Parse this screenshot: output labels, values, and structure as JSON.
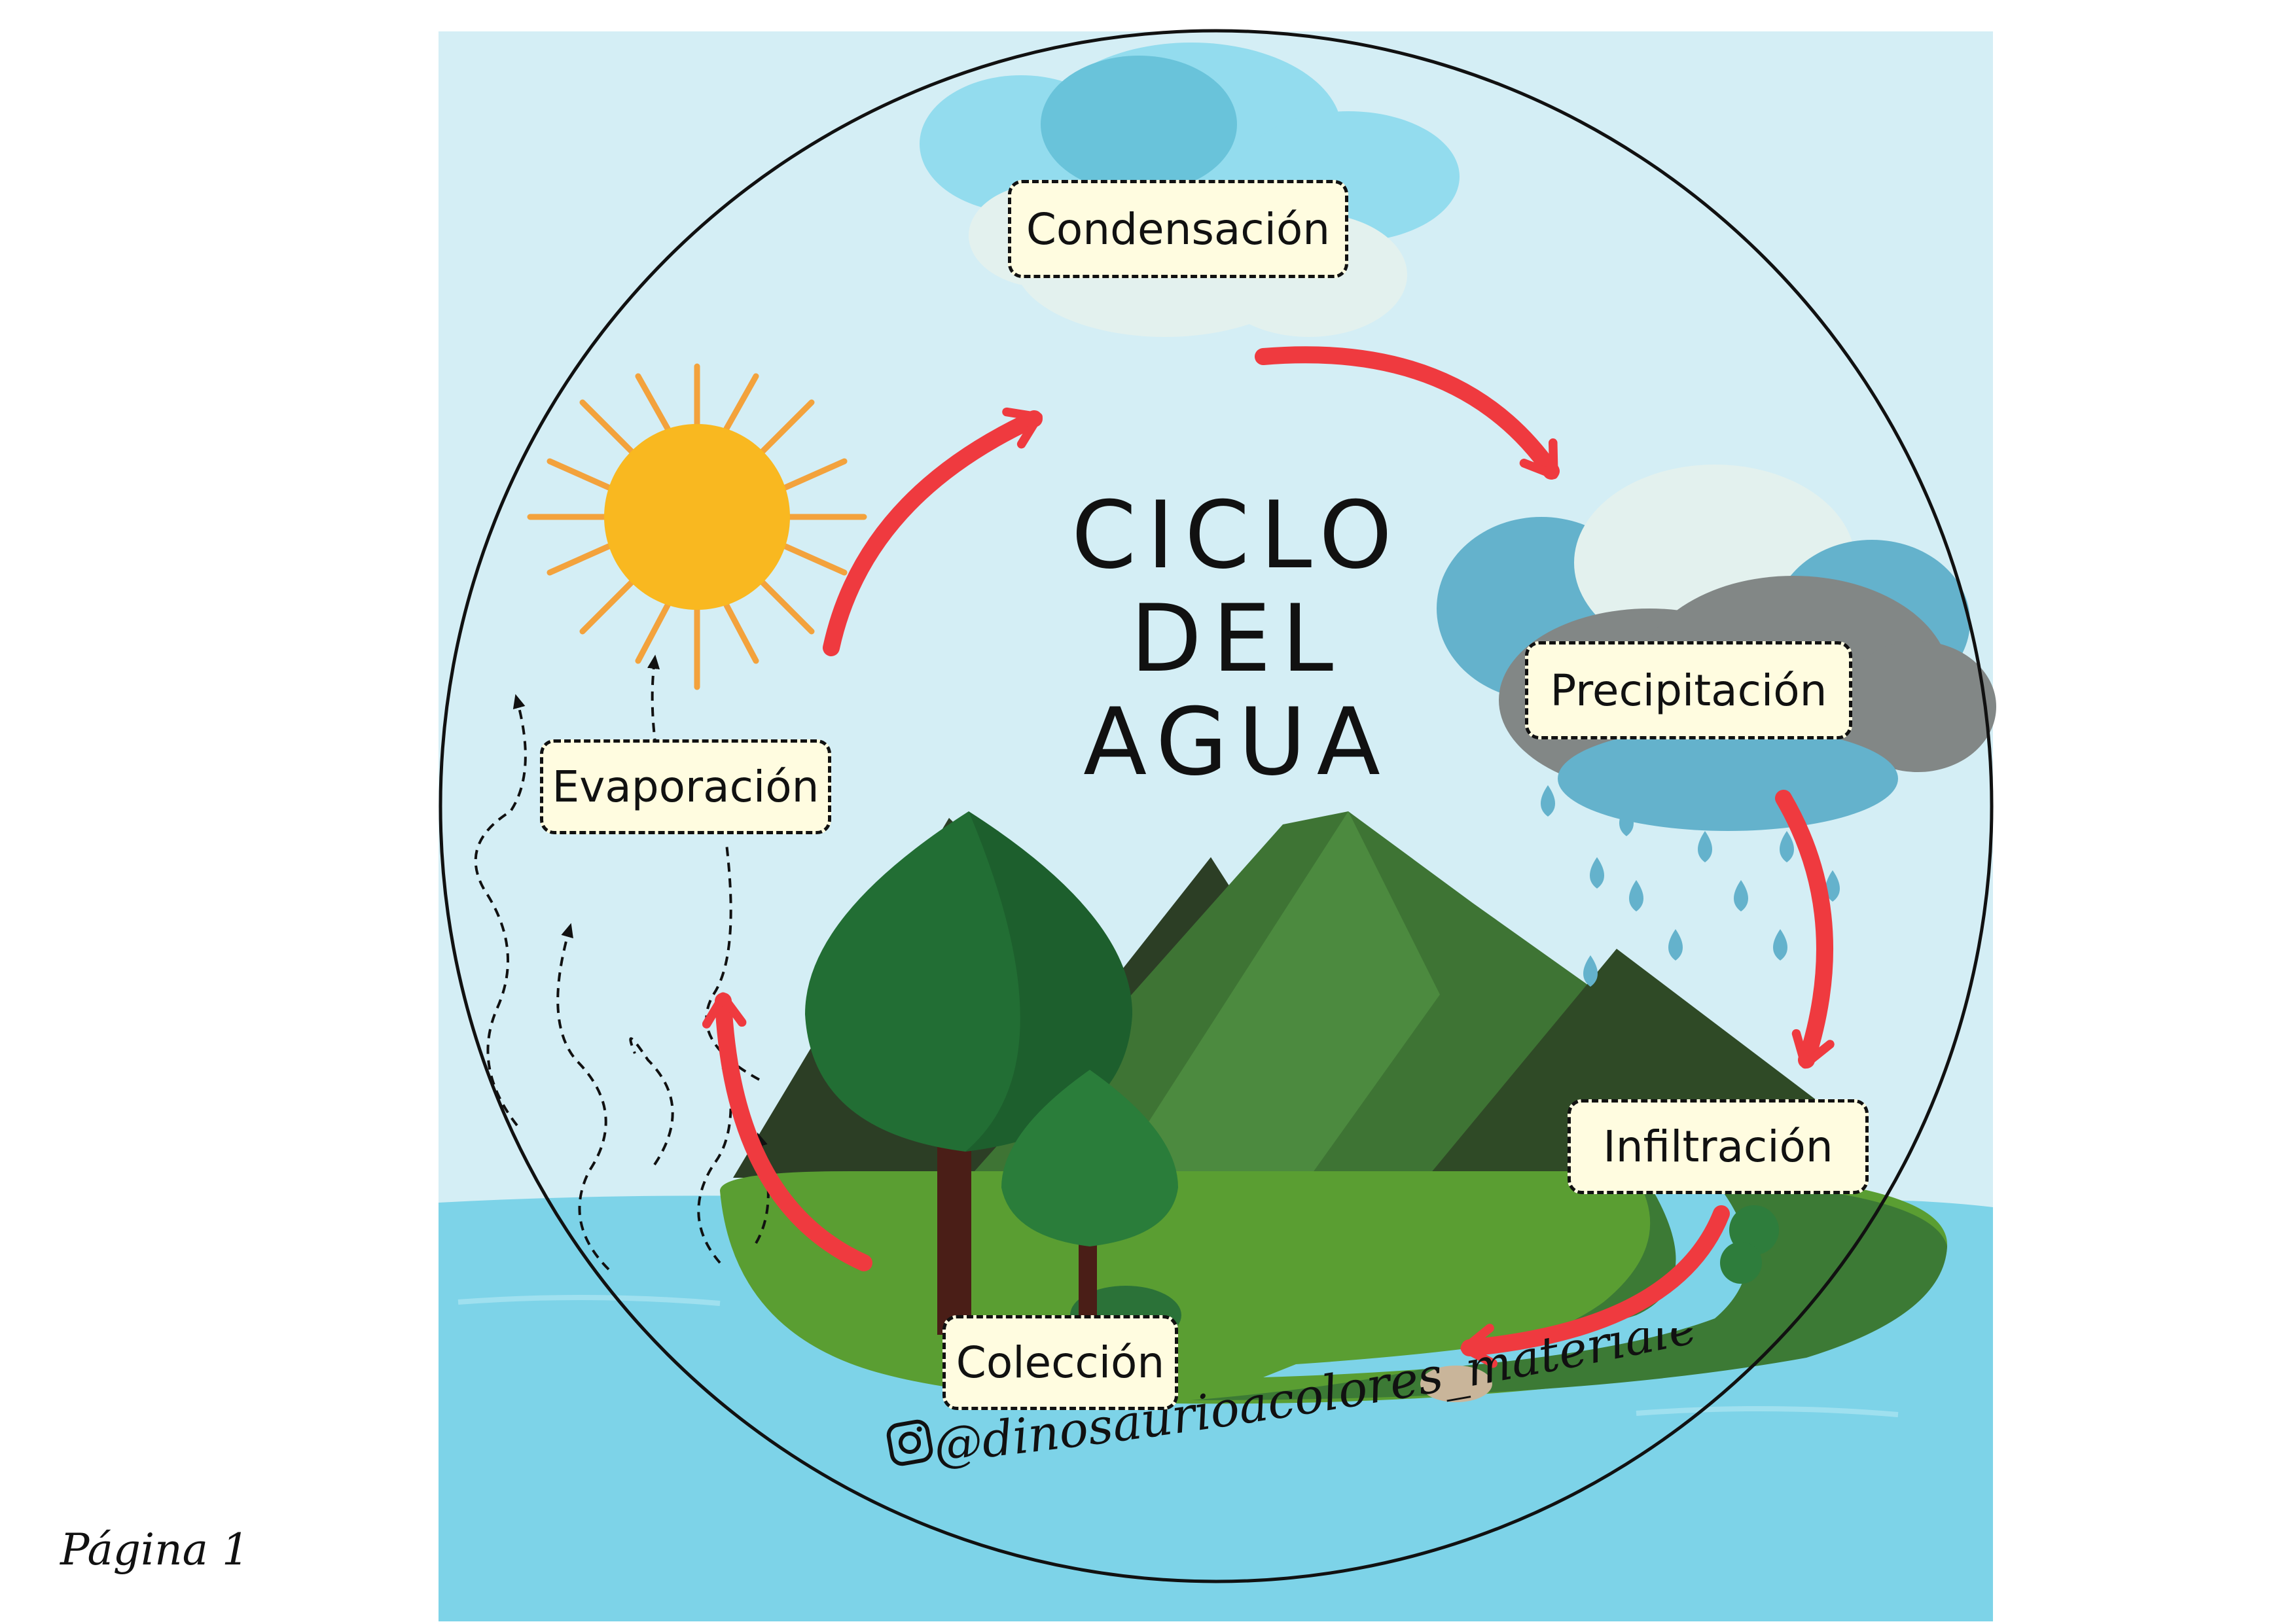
{
  "title": {
    "line1": "CICLO",
    "line2": "DEL",
    "line3": "AGUA"
  },
  "stages": {
    "condensation": "Condensación",
    "precipitation": "Precipitación",
    "infiltration": "Infiltración",
    "collection": "Colección",
    "evaporation": "Evaporación"
  },
  "credit": {
    "handle": "@dinosaurioacolores_materiales",
    "icon": "instagram-icon"
  },
  "footer": {
    "page": "Página 1"
  },
  "colors": {
    "sky": "#d4eef5",
    "water": "#7dd3e8",
    "arrow": "#ef3a3f",
    "sun": "#f9b820",
    "sun_rays": "#f3a23c",
    "grass": "#5a9e32",
    "tree": "#26703a",
    "mountain": "#3b7035",
    "rain_cloud": "#828786",
    "label_bg": "#fffce0"
  }
}
